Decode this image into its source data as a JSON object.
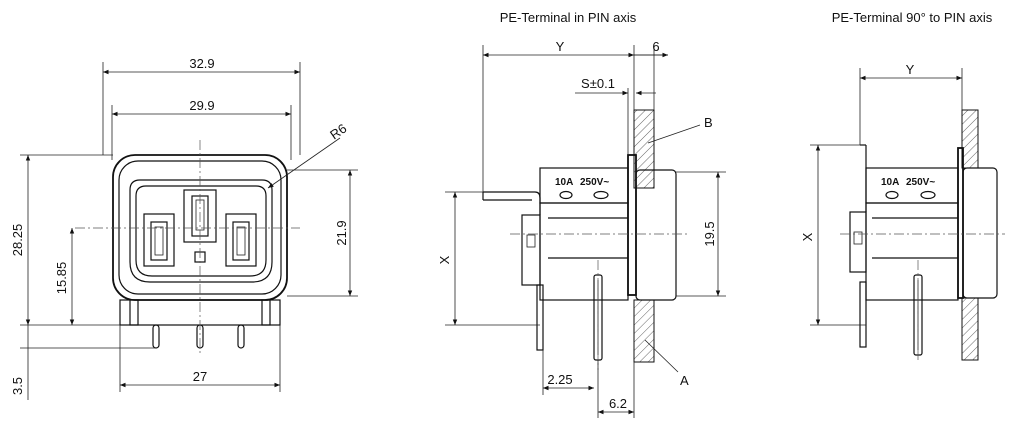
{
  "titles": {
    "side_view_1": "PE-Terminal in PIN axis",
    "side_view_2": "PE-Terminal 90° to PIN axis"
  },
  "front_view": {
    "dim_overall_width": "32.9",
    "dim_inner_width": "29.9",
    "dim_radius": "R6",
    "dim_height": "28.25",
    "dim_center_height": "15.85",
    "dim_opening_height": "21.9",
    "dim_pin_length": "3.5",
    "dim_pin_spacing": "27"
  },
  "side_view_1": {
    "dim_y": "Y",
    "dim_panel": "6",
    "dim_s": "S±0.1",
    "callout_b": "B",
    "callout_a": "A",
    "dim_x": "X",
    "dim_height": "19.5",
    "dim_pin_offset": "2.25",
    "dim_pin_base": "6.2",
    "rating_current": "10A",
    "rating_voltage": "250V~"
  },
  "side_view_2": {
    "dim_y": "Y",
    "dim_x": "X",
    "rating_current": "10A",
    "rating_voltage": "250V~"
  }
}
